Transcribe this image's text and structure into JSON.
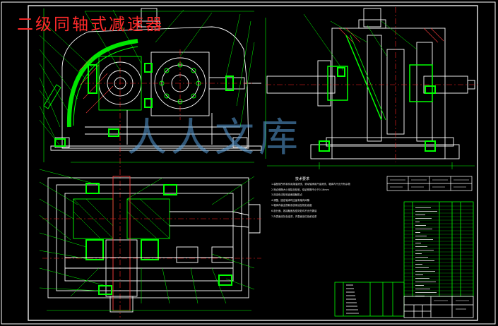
{
  "title": "二级同轴式减速器",
  "watermark": "人人文库",
  "technical_requirements": {
    "heading": "技术要求",
    "notes": [
      "1.装配前所有零件用煤油清洗，滚动轴承用汽油清洗，箱体内不允许有杂物",
      "2.啮合侧隙大小用铅丝检验，保证侧隙不小于0.16mm",
      "3.用涂色法检验齿面接触斑点",
      "4.调整、固定轴承时应留有轴向间隙",
      "5.箱体内装全损耗系统用油至规定高度",
      "6.剖分面、各接触面及密封处均不允许漏油",
      "7.外表面涂灰色油漆，内表面涂红色耐油漆"
    ]
  },
  "colors": {
    "background": "#000000",
    "outline": "#ffffff",
    "center_line": "#ff2020",
    "dimension": "#00ff00",
    "part": "#00ff00",
    "title": "#ff2a2a",
    "watermark": "#5aa0dc"
  }
}
